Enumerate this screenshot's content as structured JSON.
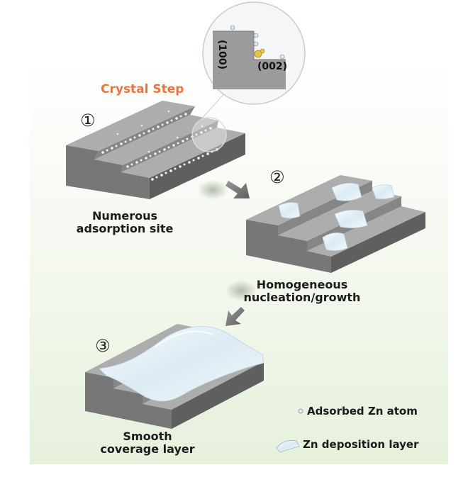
{
  "title": "Crystal Step",
  "steps": [
    {
      "number": "①",
      "caption_line1": "Numerous",
      "caption_line2": "adsorption site"
    },
    {
      "number": "②",
      "caption_line1": "Homogeneous",
      "caption_line2": "nucleation/growth"
    },
    {
      "number": "③",
      "caption_line1": "Smooth",
      "caption_line2": "coverage layer"
    }
  ],
  "inset": {
    "facet_vertical": "(100)",
    "facet_horizontal": "(002)"
  },
  "legend": {
    "atom": "Adsorbed Zn atom",
    "layer": "Zn deposition layer"
  },
  "colors": {
    "title": "#e8743b",
    "step_top": "#a9a9a9",
    "step_front": "#7a7a7a",
    "layer": "#e6f1f7",
    "background_tint": "#eaf4e2"
  }
}
